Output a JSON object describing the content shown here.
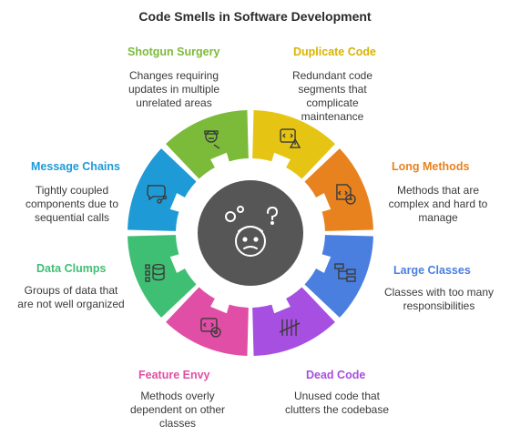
{
  "title": "Code Smells in Software Development",
  "segments": [
    {
      "id": "shotgun",
      "label": "Shotgun Surgery",
      "desc": "Changes requiring updates in multiple unrelated areas",
      "color": "#7cbb3a",
      "icon": "surgeon-icon"
    },
    {
      "id": "duplicate",
      "label": "Duplicate Code",
      "desc": "Redundant code segments that complicate maintenance",
      "color": "#e6c414",
      "icon": "code-warning-icon"
    },
    {
      "id": "long",
      "label": "Long Methods",
      "desc": "Methods that are complex and hard to manage",
      "color": "#e8821f",
      "icon": "code-clock-icon"
    },
    {
      "id": "large",
      "label": "Large Classes",
      "desc": "Classes with too many responsibilities",
      "color": "#4a7fe0",
      "icon": "class-hierarchy-icon"
    },
    {
      "id": "dead",
      "label": "Dead Code",
      "desc": "Unused code that clutters the codebase",
      "color": "#a64fe0",
      "icon": "tally-marks-icon"
    },
    {
      "id": "envy",
      "label": "Feature Envy",
      "desc": "Methods overly dependent on other classes",
      "color": "#e04fa5",
      "icon": "code-settings-icon"
    },
    {
      "id": "clumps",
      "label": "Data Clumps",
      "desc": "Groups of data that are not well organized",
      "color": "#3fbf73",
      "icon": "database-icon"
    },
    {
      "id": "chains",
      "label": "Message Chains",
      "desc": "Tightly coupled components due to sequential calls",
      "color": "#1e9bd7",
      "icon": "chat-network-icon"
    }
  ],
  "center": {
    "color": "#565656",
    "icon": "confused-face-icon"
  }
}
